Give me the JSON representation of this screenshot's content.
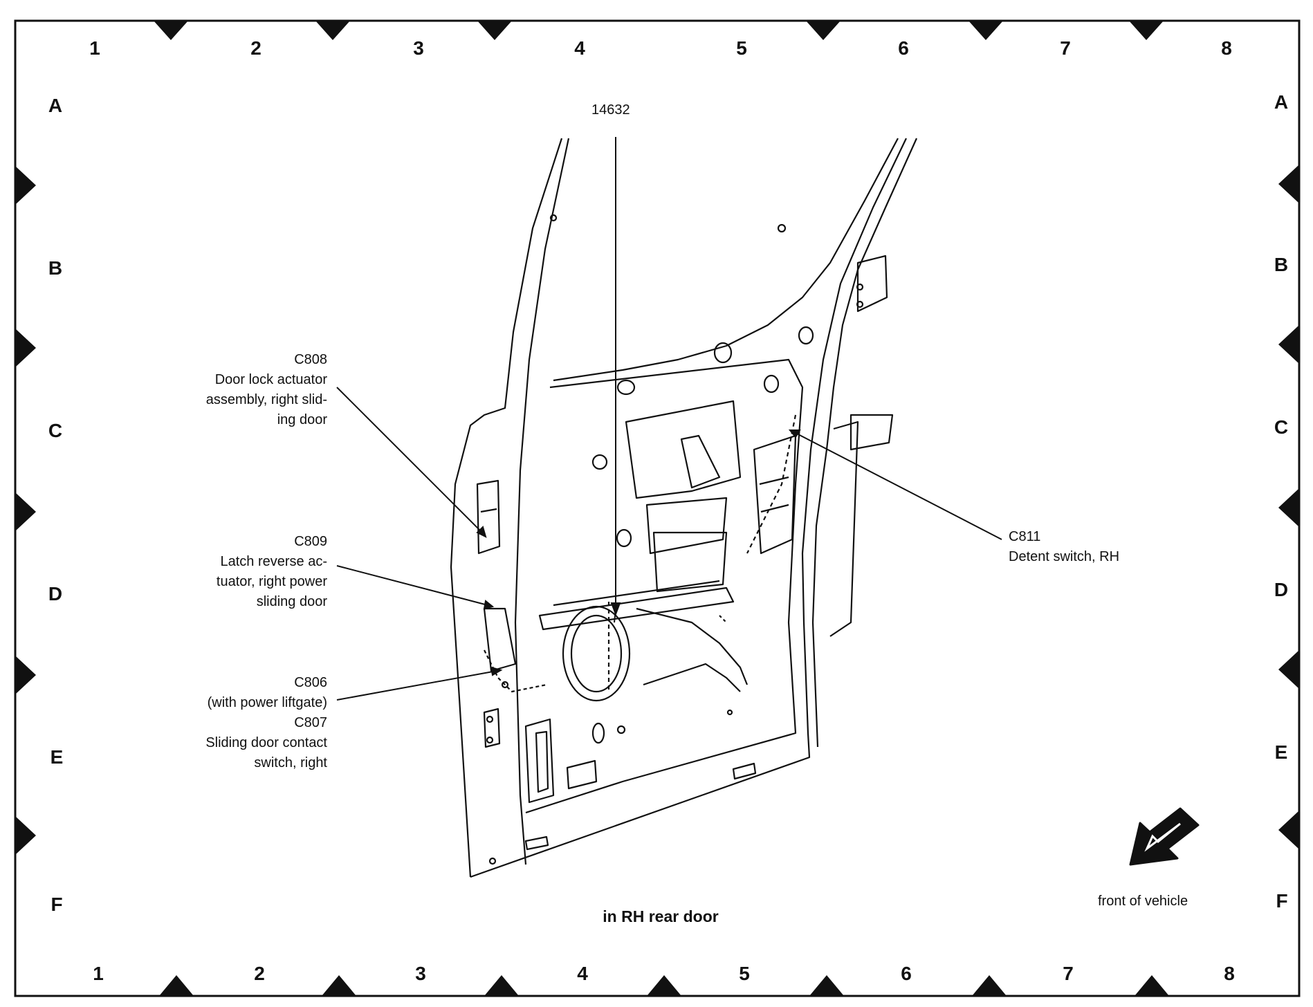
{
  "grid": {
    "columns": [
      "1",
      "2",
      "3",
      "4",
      "5",
      "6",
      "7",
      "8"
    ],
    "rows": [
      "A",
      "B",
      "C",
      "D",
      "E",
      "F"
    ]
  },
  "part_label": "14632",
  "callouts": {
    "c808": {
      "id": "C808",
      "line1": "Door lock actuator",
      "line2": "assembly, right slid-",
      "line3": "ing door"
    },
    "c809": {
      "id": "C809",
      "line1": "Latch reverse ac-",
      "line2": "tuator, right power",
      "line3": "sliding door"
    },
    "c806": {
      "id": "C806",
      "line1": "(with power liftgate)"
    },
    "c807": {
      "id": "C807",
      "line1": "Sliding door contact",
      "line2": "switch, right"
    },
    "c811": {
      "id": "C811",
      "line1": "Detent switch, RH"
    }
  },
  "caption": "in RH rear door",
  "orientation": {
    "label": "front of vehicle",
    "icon": "front-arrow-icon"
  },
  "colors": {
    "ink": "#111111",
    "paper": "#ffffff"
  }
}
